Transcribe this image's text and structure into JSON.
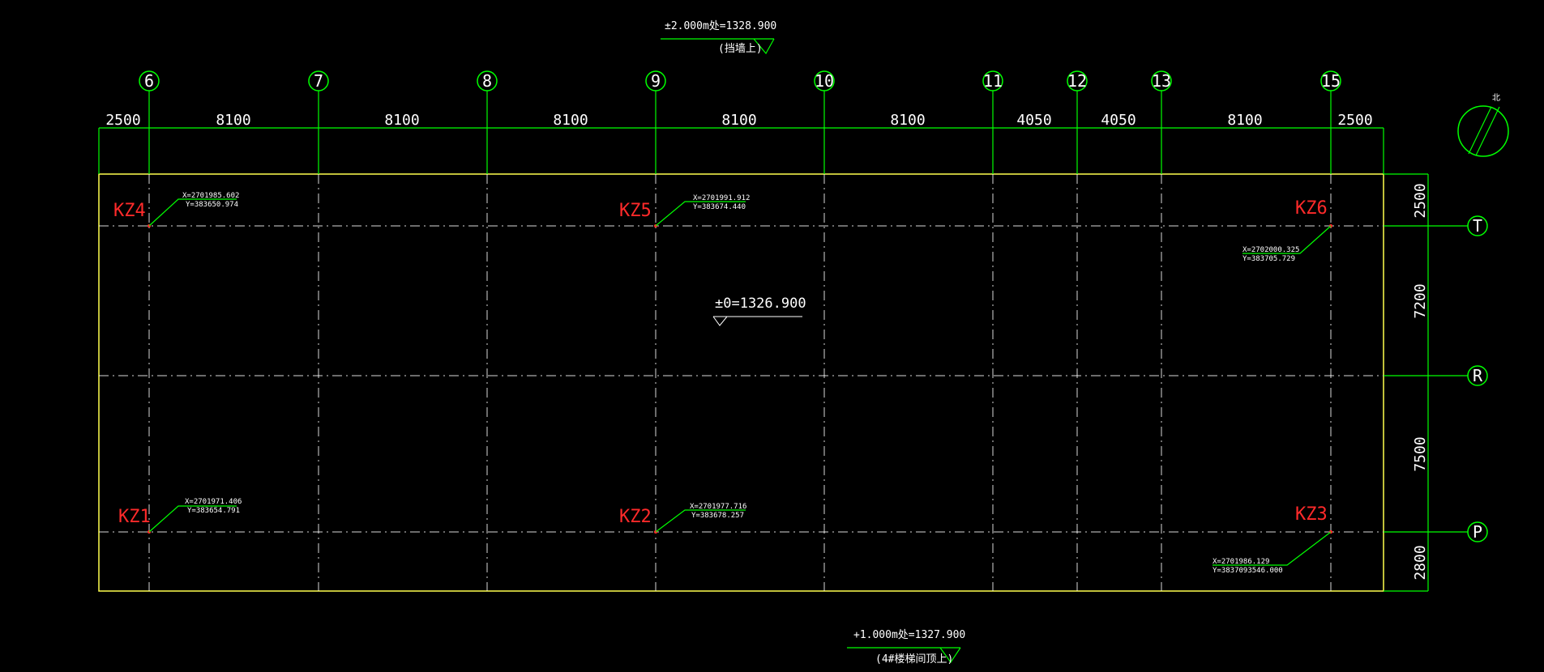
{
  "grid_columns": [
    "6",
    "7",
    "8",
    "9",
    "10",
    "11",
    "12",
    "13",
    "15"
  ],
  "grid_rows": [
    "T",
    "R",
    "P"
  ],
  "top_dimensions": [
    "2500",
    "8100",
    "8100",
    "8100",
    "8100",
    "8100",
    "4050",
    "4050",
    "8100",
    "2500"
  ],
  "right_dimensions": [
    "2500",
    "7200",
    "7500",
    "2800"
  ],
  "columns": [
    {
      "id": "KZ4",
      "x_coord": "X=2701985.602",
      "y_coord": "Y=383650.974"
    },
    {
      "id": "KZ5",
      "x_coord": "X=2701991.912",
      "y_coord": "Y=383674.440"
    },
    {
      "id": "KZ6",
      "x_coord": "X=2702000.325",
      "y_coord": "Y=383705.729"
    },
    {
      "id": "KZ1",
      "x_coord": "X=2701971.406",
      "y_coord": "Y=383654.791"
    },
    {
      "id": "KZ2",
      "x_coord": "X=2701977.716",
      "y_coord": "Y=383678.257"
    },
    {
      "id": "KZ3",
      "x_coord": "X=2701986.129",
      "y_coord": "Y=3837093546.000"
    }
  ],
  "elevation_top": {
    "text": "±2.000m处=1328.900",
    "note": "(挡墙上)"
  },
  "elevation_center": {
    "text": "±0=1326.900"
  },
  "elevation_bottom": {
    "text": "+1.000m处=1327.900",
    "note": "(4#楼梯间顶上)"
  },
  "north_arrow": {
    "label": "北"
  },
  "colors": {
    "grid_green": "#00ff00",
    "outline_yellow": "#ffff4d",
    "label_red": "#ff2a2a",
    "axis_white": "#ffffff"
  }
}
